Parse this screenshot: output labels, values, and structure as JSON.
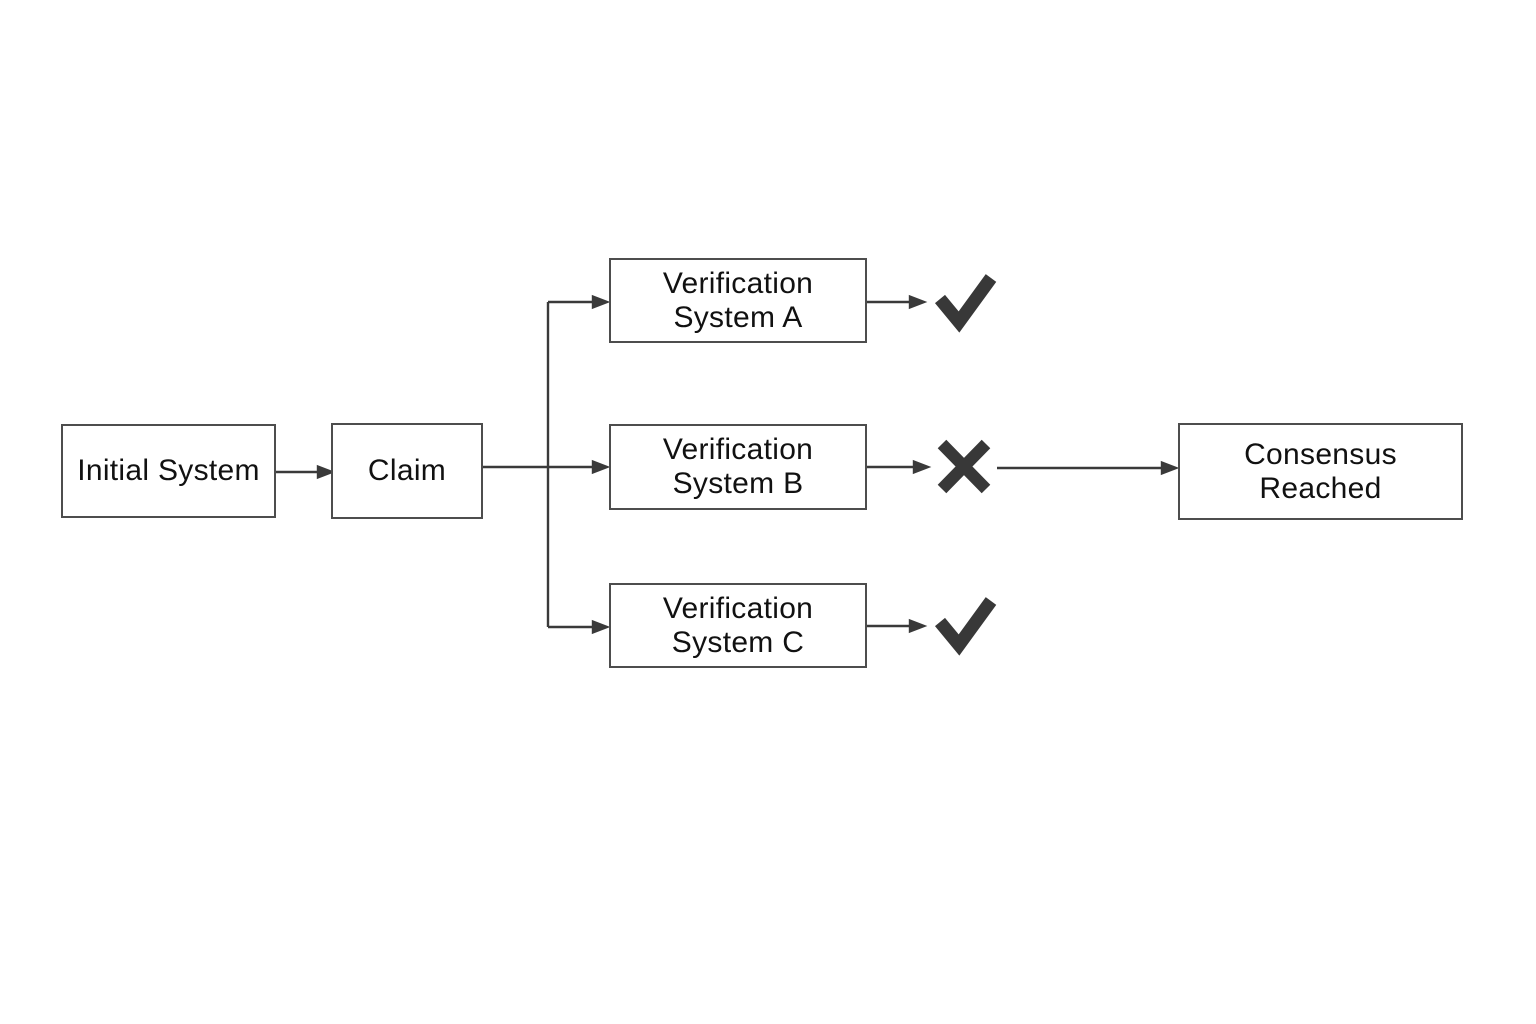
{
  "diagram": {
    "type": "flowchart",
    "background_color": "#ffffff",
    "colors": {
      "box_border": "#4d4d4d",
      "box_fill": "#ffffff",
      "text": "#111111",
      "connector": "#3a3a3a",
      "mark": "#383838"
    },
    "nodes": [
      {
        "id": "initial-system",
        "label": "Initial System"
      },
      {
        "id": "claim",
        "label": "Claim"
      },
      {
        "id": "verification-a",
        "label": "Verification\nSystem A",
        "result": "pass",
        "result_icon": "check-icon"
      },
      {
        "id": "verification-b",
        "label": "Verification\nSystem B",
        "result": "fail",
        "result_icon": "x-icon"
      },
      {
        "id": "verification-c",
        "label": "Verification\nSystem C",
        "result": "pass",
        "result_icon": "check-icon"
      },
      {
        "id": "consensus",
        "label": "Consensus\nReached"
      }
    ],
    "edges": [
      {
        "from": "initial-system",
        "to": "claim"
      },
      {
        "from": "claim",
        "to": "verification-a"
      },
      {
        "from": "claim",
        "to": "verification-b"
      },
      {
        "from": "claim",
        "to": "verification-c"
      },
      {
        "from": "verification-a",
        "to": "check-mark-a"
      },
      {
        "from": "verification-b",
        "to": "x-mark-b"
      },
      {
        "from": "verification-c",
        "to": "check-mark-c"
      },
      {
        "from": "x-mark-b",
        "to": "consensus"
      }
    ]
  }
}
